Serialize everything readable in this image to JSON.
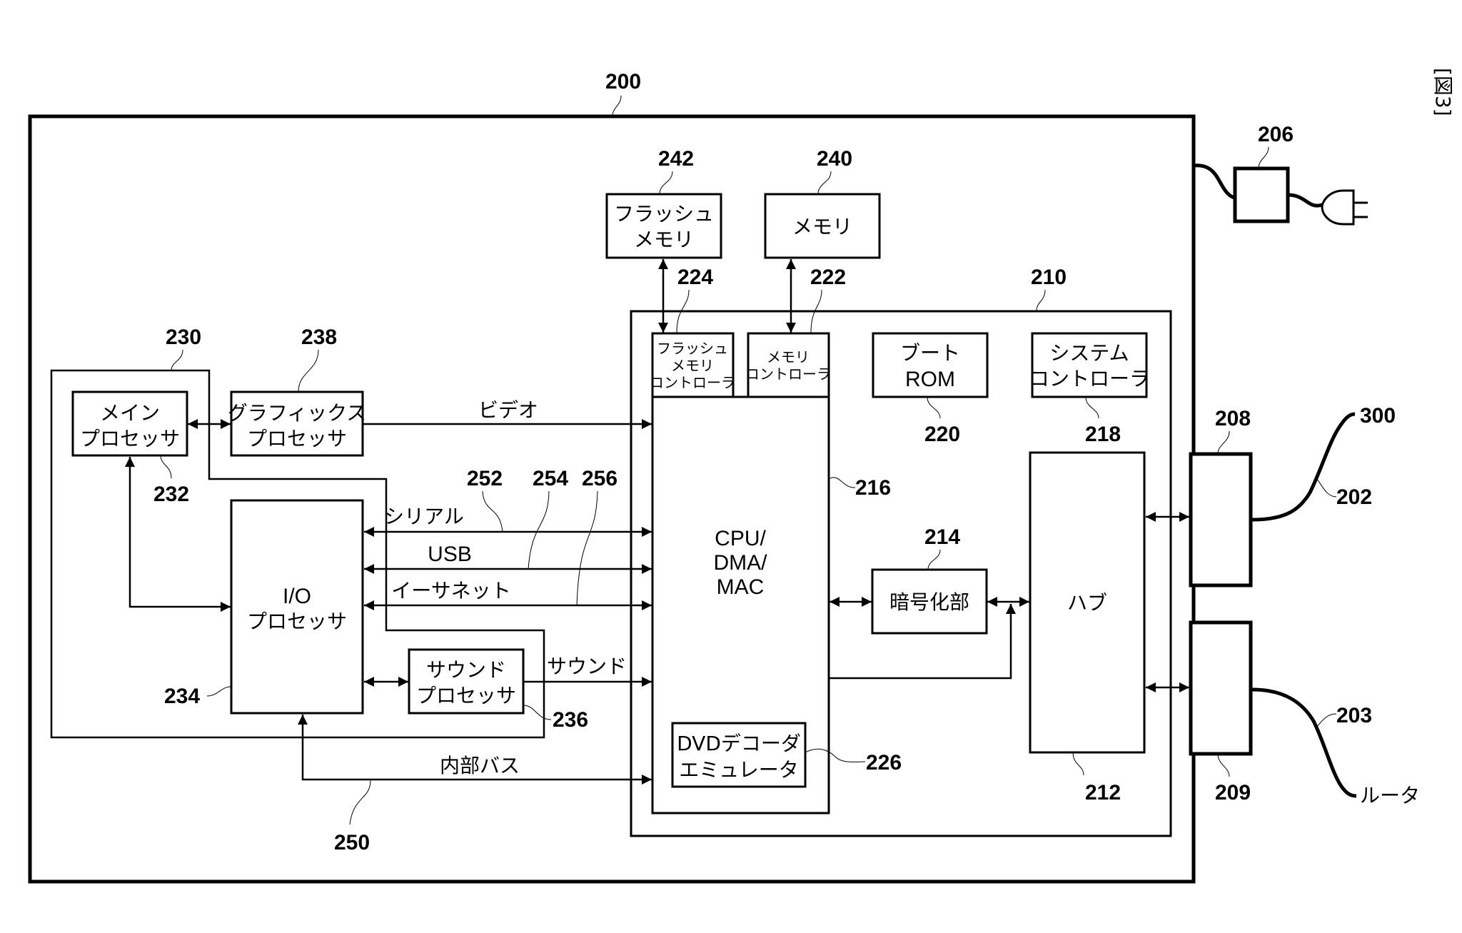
{
  "figure_label": "[図3]",
  "refs": {
    "r200": "200",
    "r202": "202",
    "r203": "203",
    "r206": "206",
    "r208": "208",
    "r209": "209",
    "r210": "210",
    "r212": "212",
    "r214": "214",
    "r216": "216",
    "r218": "218",
    "r220": "220",
    "r222": "222",
    "r224": "224",
    "r226": "226",
    "r230": "230",
    "r232": "232",
    "r234": "234",
    "r236": "236",
    "r238": "238",
    "r240": "240",
    "r242": "242",
    "r250": "250",
    "r252": "252",
    "r254": "254",
    "r256": "256",
    "r300": "300"
  },
  "blocks": {
    "flash_memory": [
      "フラッシュ",
      "メモリ"
    ],
    "memory": [
      "メモリ"
    ],
    "flash_memory_controller": [
      "フラッシュ",
      "メモリ",
      "コントローラ"
    ],
    "memory_controller": [
      "メモリ",
      "コントローラ"
    ],
    "boot_rom": [
      "ブート",
      "ROM"
    ],
    "system_controller": [
      "システム",
      "コントローラ"
    ],
    "main_processor": [
      "メイン",
      "プロセッサ"
    ],
    "graphics_processor": [
      "グラフィックス",
      "プロセッサ"
    ],
    "io_processor": [
      "I/O",
      "プロセッサ"
    ],
    "sound_processor": [
      "サウンド",
      "プロセッサ"
    ],
    "cpu": [
      "CPU/",
      "DMA/",
      "MAC"
    ],
    "encryption": [
      "暗号化部"
    ],
    "hub": [
      "ハブ"
    ],
    "dvd_emulator": [
      "DVDデコーダ",
      "エミュレータ"
    ]
  },
  "buses": {
    "video": "ビデオ",
    "serial": "シリアル",
    "usb": "USB",
    "ethernet": "イーサネット",
    "sound": "サウンド",
    "internal_bus": "内部バス"
  },
  "external": {
    "router": "ルータ"
  }
}
